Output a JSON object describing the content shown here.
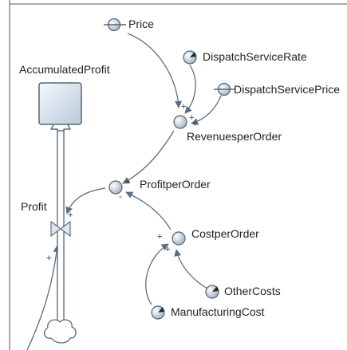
{
  "diagram": {
    "stock": {
      "label": "AccumulatedProfit"
    },
    "flow": {
      "label": "Profit"
    },
    "variables": {
      "price": "Price",
      "dispatch_service_rate": "DispatchServiceRate",
      "dispatch_service_price": "DispatchServicePrice",
      "revenues_per_order": "RevenuesperOrder",
      "profit_per_order": "ProfitperOrder",
      "cost_per_order": "CostperOrder",
      "other_costs": "OtherCosts",
      "manufacturing_cost": "ManufacturingCost"
    },
    "polarities": {
      "price_to_revenue": "+",
      "rate_to_revenue": "+",
      "dsprice_to_revenue": "+",
      "revenue_to_profitpo": "+",
      "cost_to_profitpo": "-",
      "profitpo_to_profit": "+",
      "cost_in_a": "+",
      "cost_in_b": "+",
      "profit_self": "+"
    }
  }
}
